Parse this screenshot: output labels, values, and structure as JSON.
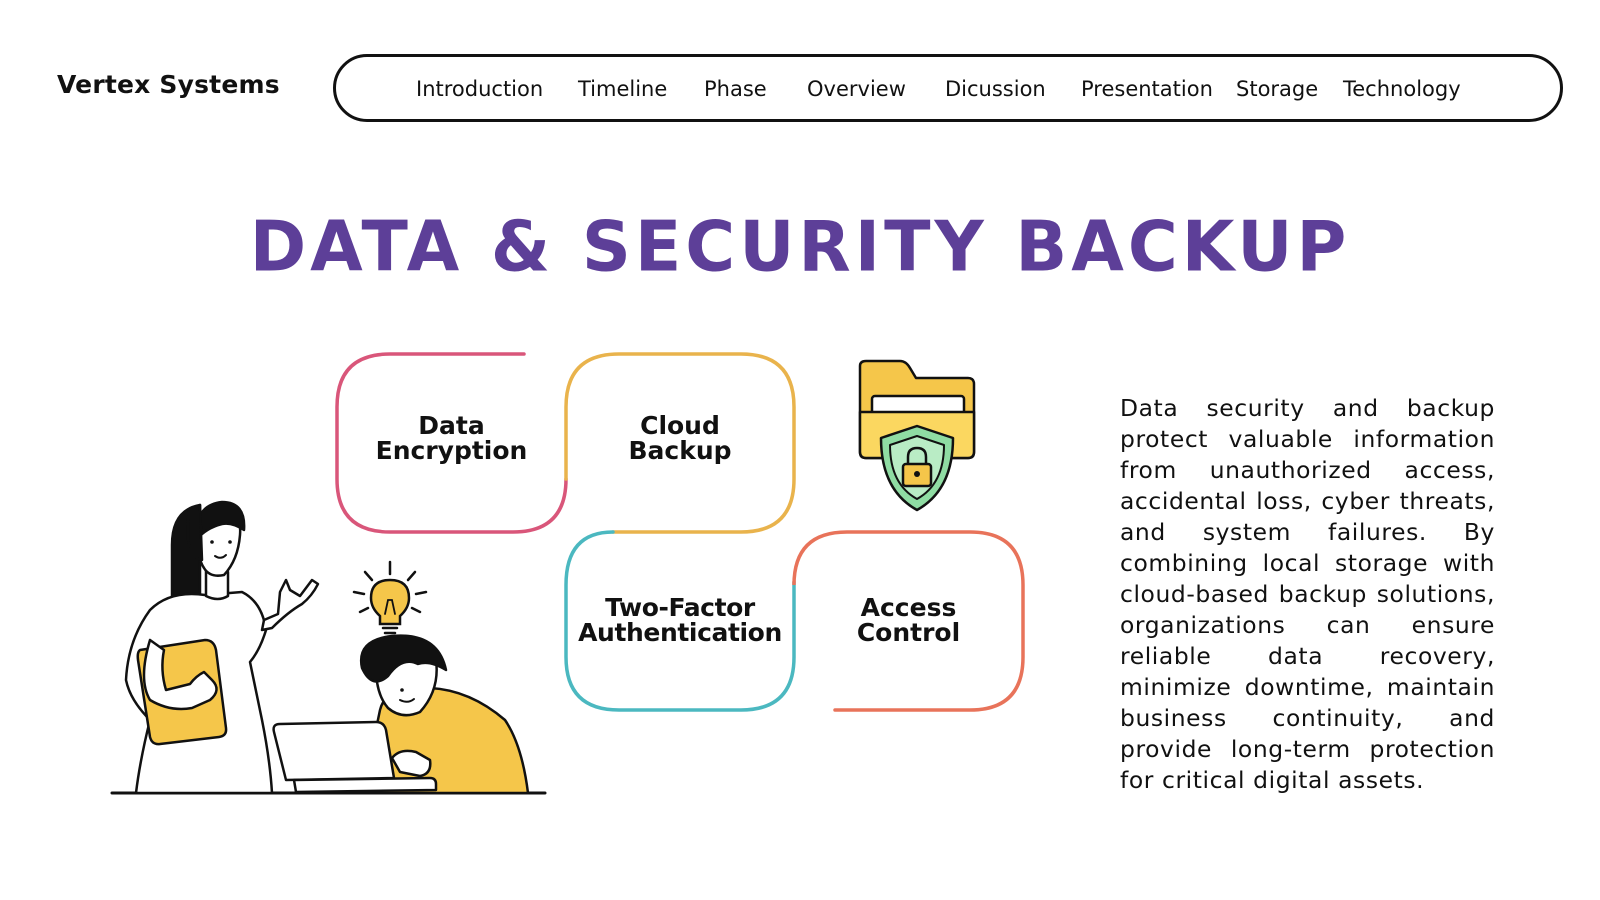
{
  "header": {
    "brand": "Vertex Systems",
    "nav": [
      "Introduction",
      "Timeline",
      "Phase",
      "Overview",
      "Dicussion",
      "Presentation",
      "Storage",
      "Technology"
    ]
  },
  "title": "DATA & SECURITY BACKUP",
  "tiles": [
    {
      "line1": "Data",
      "line2": "Encryption",
      "color": "#d9567a"
    },
    {
      "line1": "Cloud",
      "line2": "Backup",
      "color": "#e9b34c"
    },
    {
      "line1": "Two-Factor",
      "line2": "Authentication",
      "color": "#4bb8c0"
    },
    {
      "line1": "Access",
      "line2": "Control",
      "color": "#e8735a"
    }
  ],
  "description": "Data security and backup protect valuable information from unauthorized access, accidental loss, cyber threats, and system failures. By combining local storage with cloud-based backup solutions, organizations can ensure reliable data recovery, minimize downtime, maintain business continuity, and provide long-term protection for critical digital assets.",
  "colors": {
    "title": "#5d3f98",
    "accent_yellow": "#f5c64a",
    "shield_green": "#8fdca3"
  },
  "icons": [
    "secure-folder-icon",
    "lightbulb-icon"
  ]
}
